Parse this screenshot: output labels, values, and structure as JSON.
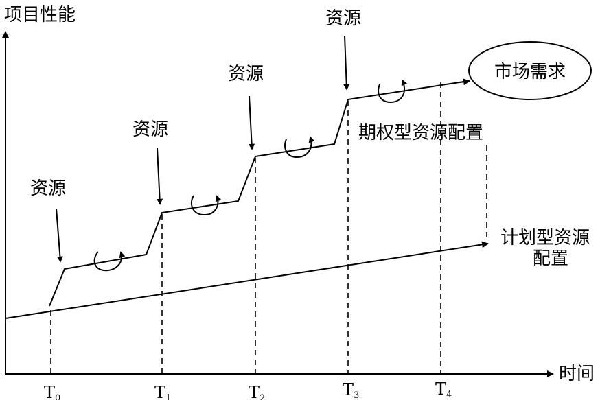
{
  "axes": {
    "y_label": "项目性能",
    "x_label": "时间"
  },
  "ticks": [
    {
      "main": "T",
      "sub": "0"
    },
    {
      "main": "T",
      "sub": "1"
    },
    {
      "main": "T",
      "sub": "2"
    },
    {
      "main": "T",
      "sub": "3"
    },
    {
      "main": "T",
      "sub": "4"
    }
  ],
  "resource_labels": [
    "资源",
    "资源",
    "资源",
    "资源"
  ],
  "market_demand": "市场需求",
  "option_label": "期权型资源配置",
  "planned_label": {
    "line1": "计划型资源",
    "line2": "配置"
  },
  "colors": {
    "ink": "#000000",
    "background": "#ffffff"
  }
}
